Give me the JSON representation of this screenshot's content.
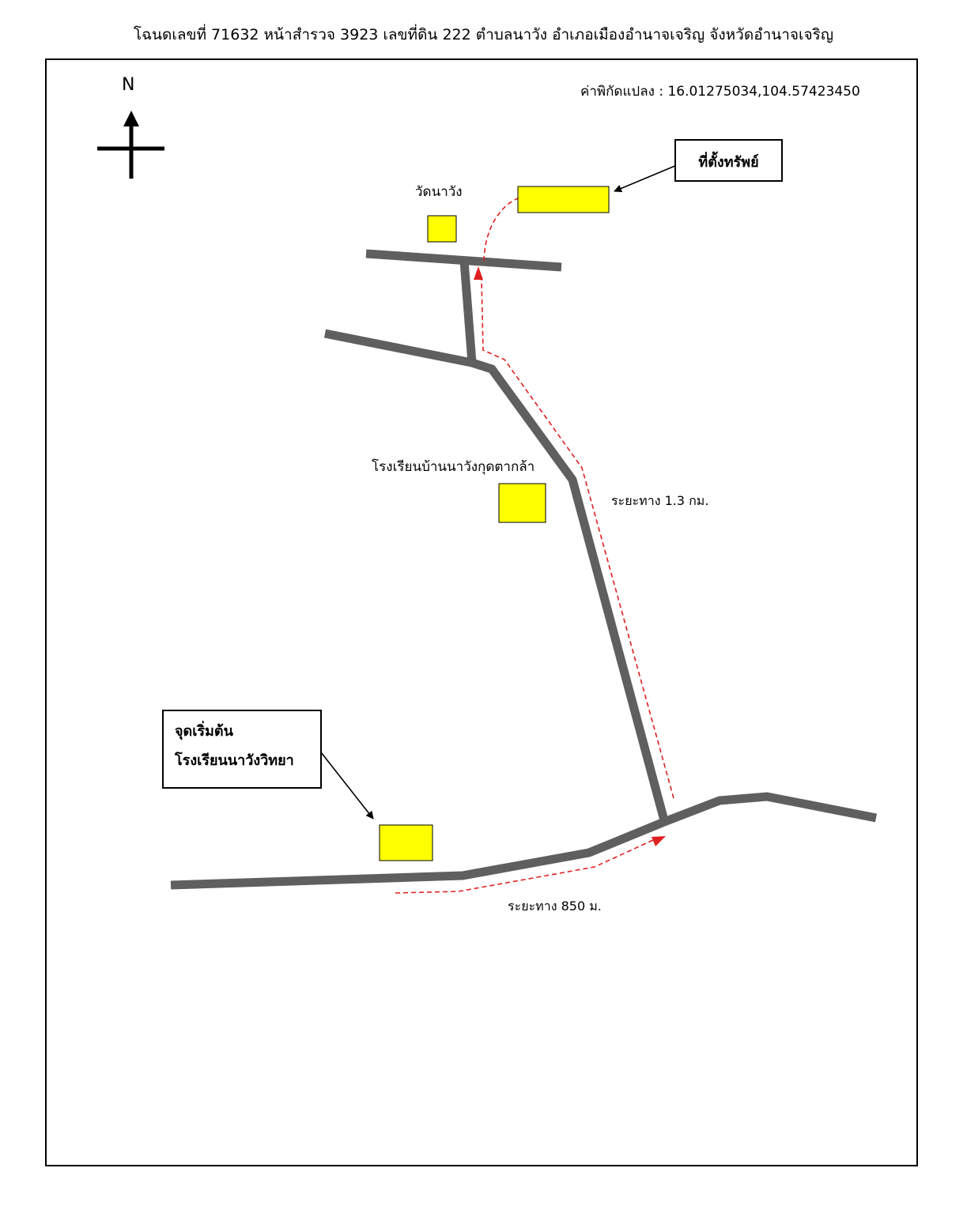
{
  "title": "โฉนดเลขที่ 71632 หน้าสำรวจ 3923 เลขที่ดิน 222 ตำบลนาวัง อำเภอเมืองอำนาจเจริญ จังหวัดอำนาจเจริญ",
  "coordinates": "ค่าพิกัดแปลง : 16.01275034,104.57423450",
  "north_label": "N",
  "property_callout": "ที่ตั้งทรัพย์",
  "start_callout": {
    "line1": "จุดเริ่มต้น",
    "line2": "โรงเรียนนาวังวิทยา"
  },
  "landmarks": {
    "temple": "วัดนาวัง",
    "school": "โรงเรียนบ้านนาวังกุดตากล้า"
  },
  "distances": {
    "segment_north": "ระยะทาง 1.3 กม.",
    "segment_south": "ระยะทาง 850 ม."
  },
  "colors": {
    "road": "#5f5f5f",
    "route": "#e02020",
    "landmark_fill": "#ffff00"
  }
}
